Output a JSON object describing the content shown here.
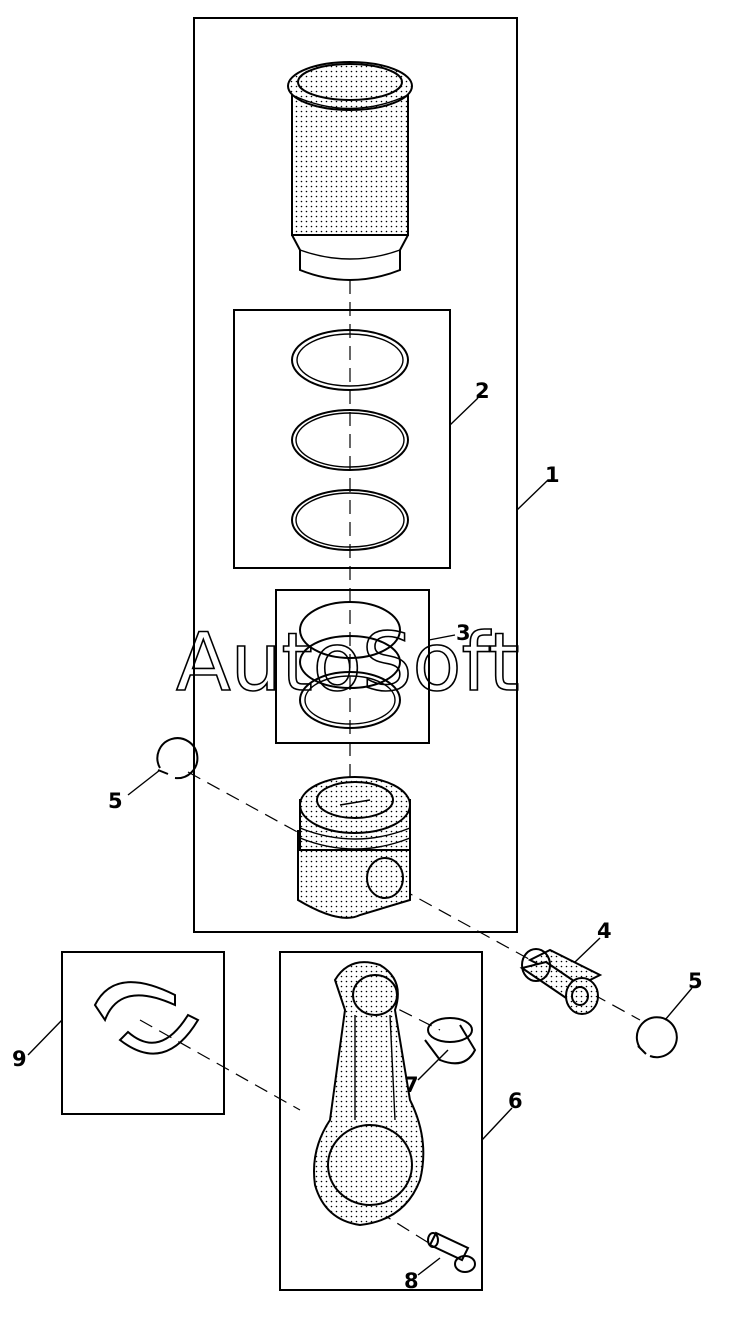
{
  "watermark": "AutoSoft",
  "callouts": [
    {
      "id": "1",
      "label": "1"
    },
    {
      "id": "2",
      "label": "2"
    },
    {
      "id": "3",
      "label": "3"
    },
    {
      "id": "4",
      "label": "4"
    },
    {
      "id": "5a",
      "label": "5"
    },
    {
      "id": "5b",
      "label": "5"
    },
    {
      "id": "6",
      "label": "6"
    },
    {
      "id": "7",
      "label": "7"
    },
    {
      "id": "8",
      "label": "8"
    },
    {
      "id": "9",
      "label": "9"
    }
  ]
}
